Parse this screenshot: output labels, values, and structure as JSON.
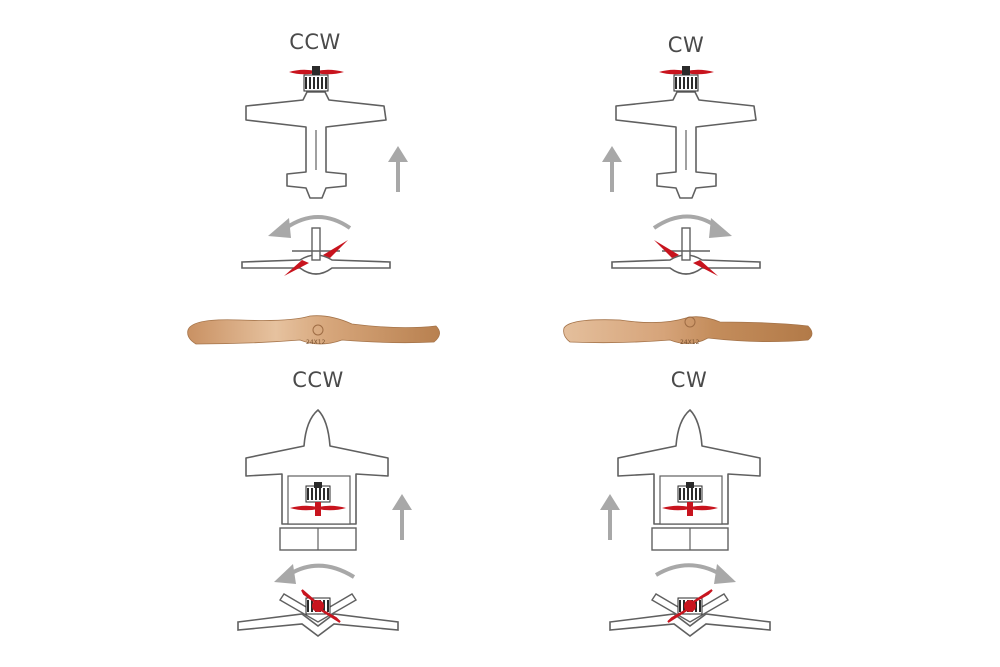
{
  "labels": {
    "top_left": "CCW",
    "top_right": "CW",
    "bottom_left": "CCW",
    "bottom_right": "CW"
  },
  "colors": {
    "outline": "#606060",
    "arrow": "#a8a8a8",
    "prop_red": "#c8141e",
    "motor": "#2b2b2b",
    "wood_light": "#e2b892",
    "wood_dark": "#b88050"
  }
}
